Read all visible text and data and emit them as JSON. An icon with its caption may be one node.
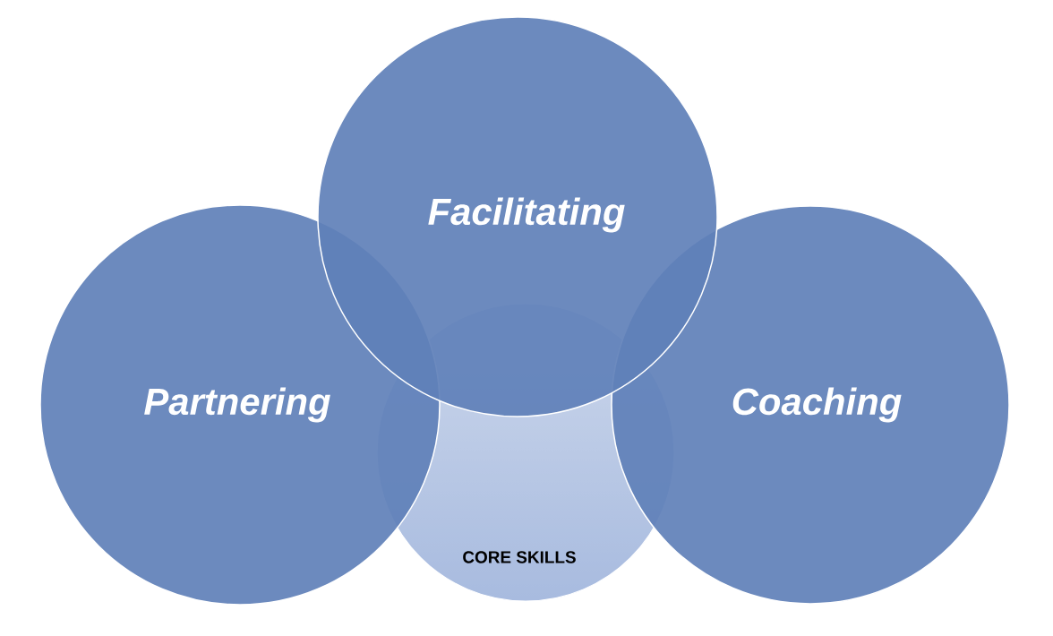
{
  "diagram": {
    "nodes": [
      {
        "text": [
          "CORE SKILLS"
        ]
      },
      {
        "text": [
          "Partnering"
        ]
      },
      {
        "text": [
          "Facilitating"
        ]
      },
      {
        "text": [
          "Coaching"
        ]
      }
    ]
  }
}
